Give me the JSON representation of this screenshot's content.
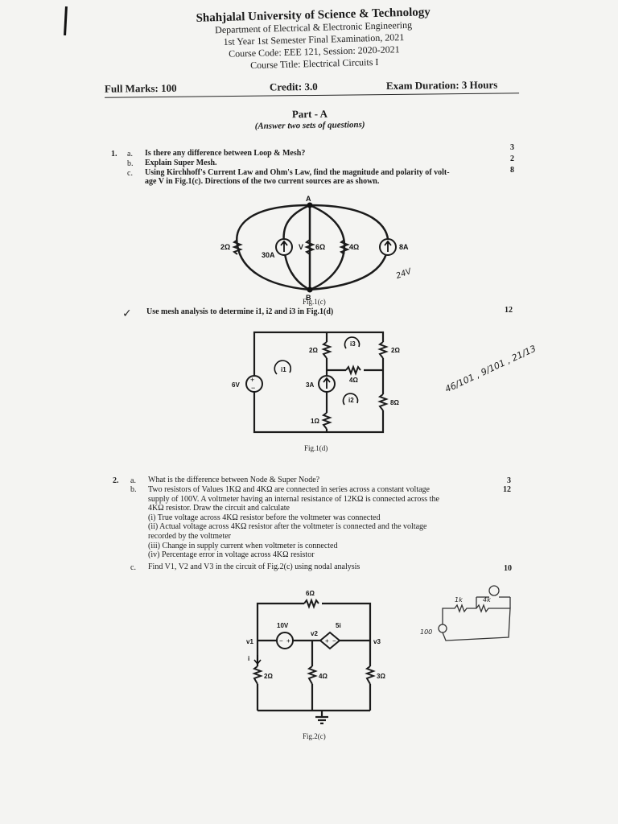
{
  "header": {
    "university": "Shahjalal University of Science & Technology",
    "department": "Department of Electrical & Electronic Engineering",
    "exam": "1st Year 1st Semester Final Examination, 2021",
    "course_code": "Course Code: EEE 121, Session: 2020-2021",
    "course_title": "Course Title: Electrical Circuits I"
  },
  "meta": {
    "full_marks": "Full Marks: 100",
    "credit": "Credit: 3.0",
    "duration": "Exam Duration: 3 Hours"
  },
  "part": {
    "title": "Part - A",
    "instruction": "(Answer two sets of questions)"
  },
  "q1": {
    "number": "1.",
    "a": {
      "label": "a.",
      "text": "Is there any difference between Loop & Mesh?",
      "marks": "3"
    },
    "b": {
      "label": "b.",
      "text": "Explain Super Mesh.",
      "marks": "2"
    },
    "c": {
      "label": "c.",
      "line1": "Using Kirchhoff's Current Law and Ohm's Law, find the magnitude and polarity of volt-",
      "line2": "age V in Fig.1(c). Directions of the two current sources are as shown.",
      "marks": "8"
    },
    "fig_c": {
      "caption": "Fig.1(c)",
      "node_a": "A",
      "node_b": "B",
      "r1": "2Ω",
      "cs1": "30A",
      "v": "V",
      "r2": "6Ω",
      "r3": "4Ω",
      "cs2": "8A",
      "handnote": "24V"
    },
    "d": {
      "line": "Use mesh analysis to determine i1, i2 and i3 in Fig.1(d)",
      "marks": "12"
    },
    "fig_d": {
      "caption": "Fig.1(d)",
      "vs": "6V",
      "cs": "3A",
      "r_2a": "2Ω",
      "r_2b": "2Ω",
      "r_4": "4Ω",
      "r_1": "1Ω",
      "r_8": "8Ω",
      "i1": "i1",
      "i2": "i2",
      "i3": "i3",
      "handnote": "46/101 , 9/101 , 21/13"
    }
  },
  "q2": {
    "number": "2.",
    "a": {
      "label": "a.",
      "text": "What is the difference between Node & Super Node?",
      "marks": "3"
    },
    "b": {
      "label": "b.",
      "marks": "12",
      "lines": [
        "Two resistors of Values 1KΩ and 4KΩ are connected in series across a constant voltage",
        "supply of 100V. A voltmeter having an internal resistance of 12KΩ is connected across the",
        "4KΩ resistor. Draw the circuit and calculate",
        "(i) True voltage across 4KΩ resistor before the voltmeter was connected",
        "(ii) Actual voltage across 4KΩ resistor after the voltmeter is connected and the voltage",
        "recorded by the voltmeter",
        "(iii) Change in supply current when voltmeter is connected",
        "(iv) Percentage error in voltage across 4KΩ resistor"
      ]
    },
    "c": {
      "label": "c.",
      "text": "Find V1, V2 and V3 in the circuit of Fig.2(c) using nodal analysis",
      "marks": "10"
    },
    "fig_2c": {
      "caption": "Fig.2(c)",
      "r6": "6Ω",
      "vs": "10V",
      "dep": "5i",
      "v1": "v1",
      "v2": "v2",
      "v3": "v3",
      "i": "i",
      "r2": "2Ω",
      "r4": "4Ω",
      "r3": "3Ω"
    },
    "sketch": {
      "r1k": "1k",
      "r4k": "4k",
      "vs": "100"
    }
  }
}
